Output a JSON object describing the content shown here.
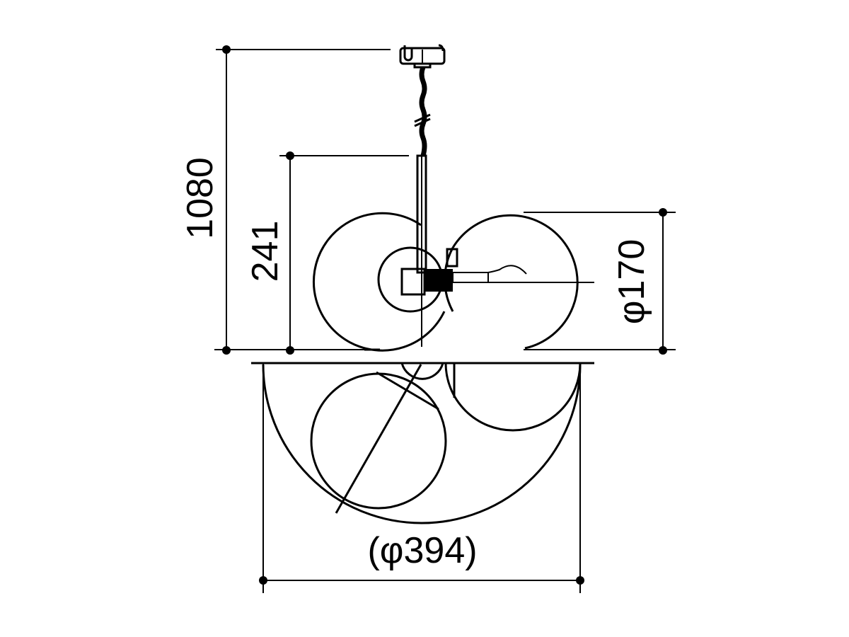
{
  "drawing": {
    "dimensions": {
      "overall_height": "1080",
      "body_height": "241",
      "globe_diameter": "φ170",
      "overall_diameter": "(φ394)"
    },
    "line_color": "#000000",
    "background": "#ffffff"
  }
}
